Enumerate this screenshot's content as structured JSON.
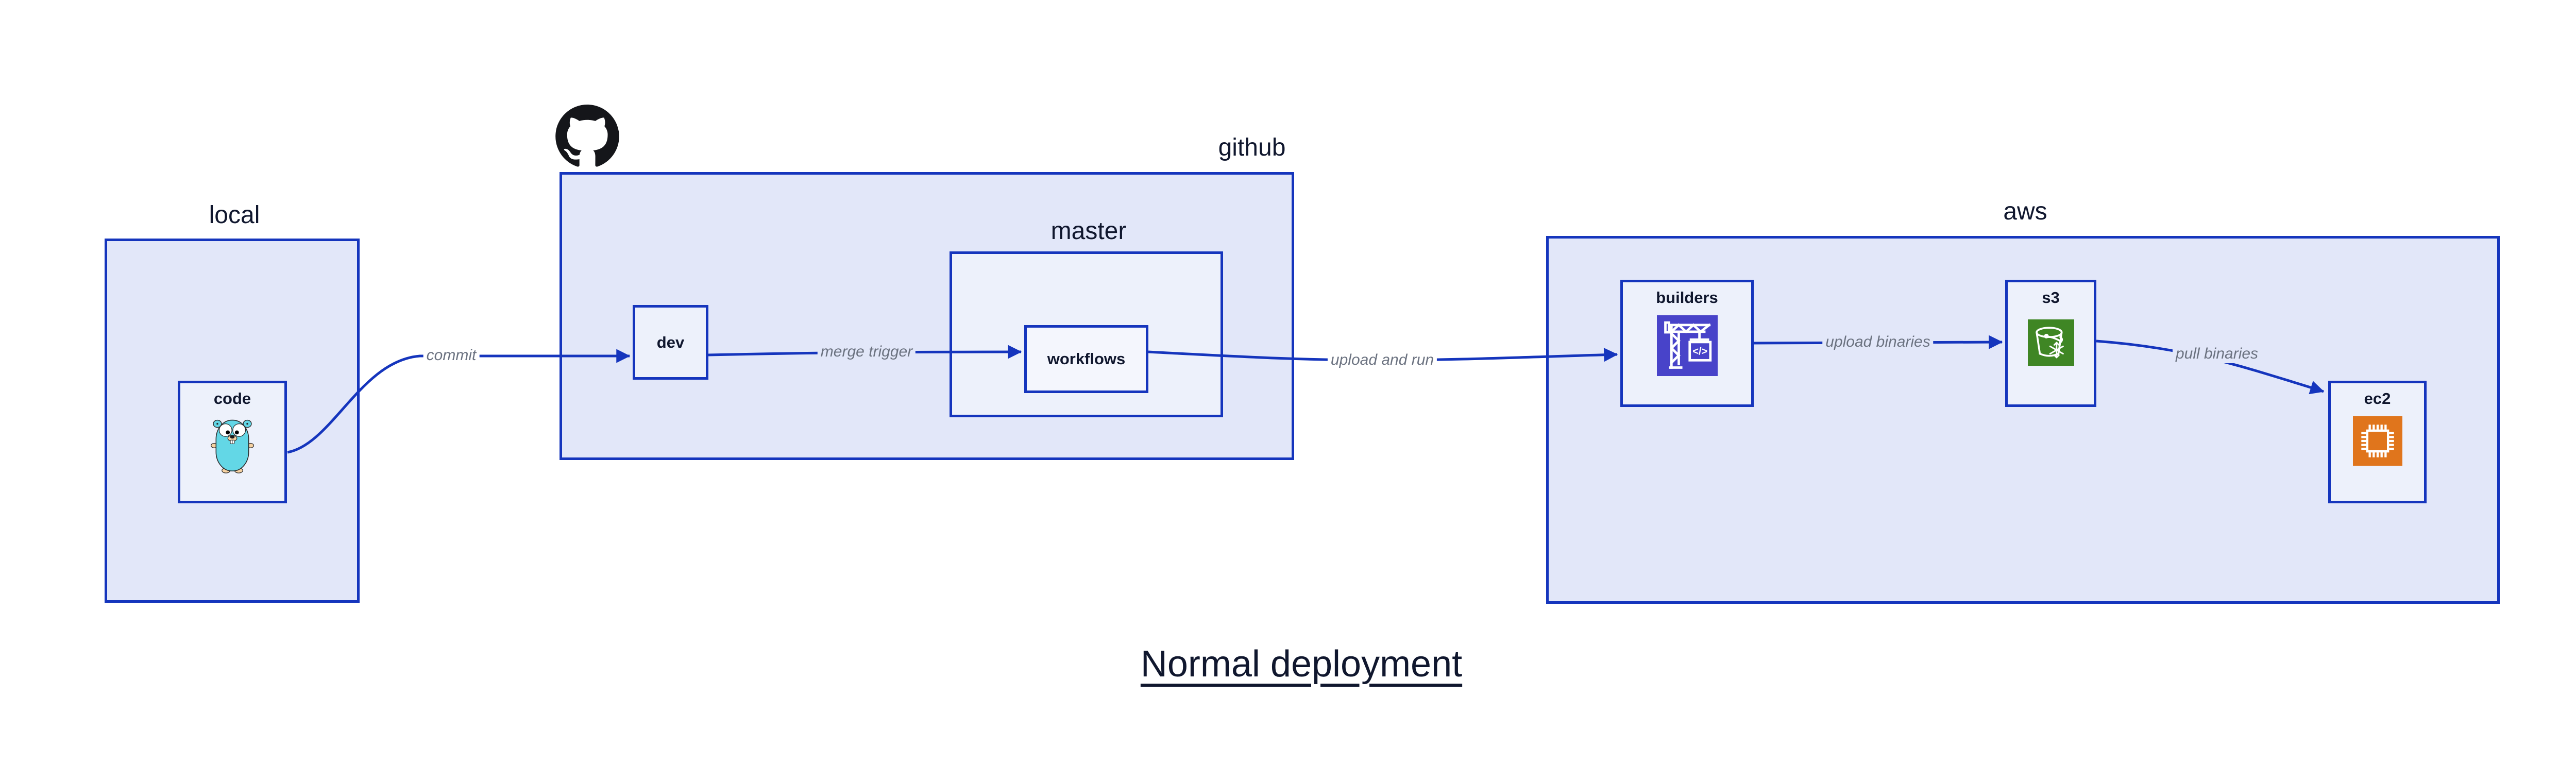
{
  "page": {
    "title": "Normal deployment"
  },
  "colors": {
    "accent_blue": "#1535BD",
    "container_fill": "#E2E7F9",
    "node_fill": "#EDF1FB",
    "inner_node_fill": "#F4F6FD",
    "label_navy": "#10172E",
    "edge_label_gray": "#6B7280",
    "github_black": "#15161A",
    "codebuild_indigo": "#4843C9",
    "s3_green": "#3F8624",
    "ec2_orange": "#E0751C",
    "gopher_teal": "#63D7E6"
  },
  "containers": {
    "local": {
      "label": "local"
    },
    "github": {
      "label": "github",
      "icon": "github-logo-icon"
    },
    "aws": {
      "label": "aws"
    }
  },
  "nodes": {
    "code": {
      "label": "code",
      "icon": "go-gopher-icon"
    },
    "dev": {
      "label": "dev"
    },
    "master": {
      "label": "master"
    },
    "workflows": {
      "label": "workflows"
    },
    "builders": {
      "label": "builders",
      "icon": "codebuild-crane-icon"
    },
    "s3": {
      "label": "s3",
      "icon": "s3-bucket-snowflake-icon"
    },
    "ec2": {
      "label": "ec2",
      "icon": "ec2-chip-icon"
    }
  },
  "edges": {
    "commit": {
      "label": "commit",
      "from": "code",
      "to": "dev"
    },
    "merge_trigger": {
      "label": "merge trigger",
      "from": "dev",
      "to": "workflows"
    },
    "upload_and_run": {
      "label": "upload and run",
      "from": "workflows",
      "to": "builders"
    },
    "upload_binaries": {
      "label": "upload binaries",
      "from": "builders",
      "to": "s3"
    },
    "pull_binaries": {
      "label": "pull binaries",
      "from": "s3",
      "to": "ec2"
    }
  }
}
